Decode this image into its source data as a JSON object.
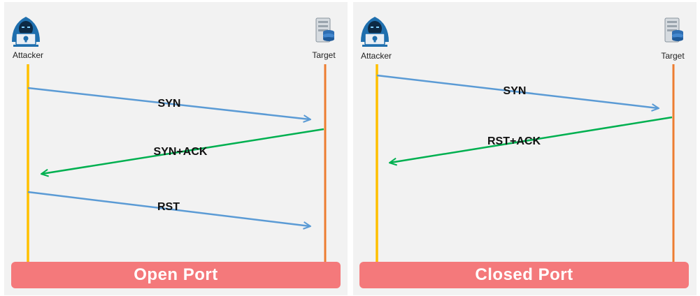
{
  "colors": {
    "panel_background": "#f2f2f2",
    "attacker_line": "#ffc000",
    "target_line": "#ed7d31",
    "request_arrow": "#5b9bd5",
    "response_arrow": "#00b050",
    "banner": "#f4797b",
    "banner_text": "#ffffff"
  },
  "panels": [
    {
      "attacker_label": "Attacker",
      "target_label": "Target",
      "messages": [
        {
          "label": "SYN",
          "direction": "to-target"
        },
        {
          "label": "SYN+ACK",
          "direction": "to-attacker"
        },
        {
          "label": "RST",
          "direction": "to-target"
        }
      ],
      "banner": "Open Port"
    },
    {
      "attacker_label": "Attacker",
      "target_label": "Target",
      "messages": [
        {
          "label": "SYN",
          "direction": "to-target"
        },
        {
          "label": "RST+ACK",
          "direction": "to-attacker"
        }
      ],
      "banner": "Closed Port"
    }
  ]
}
